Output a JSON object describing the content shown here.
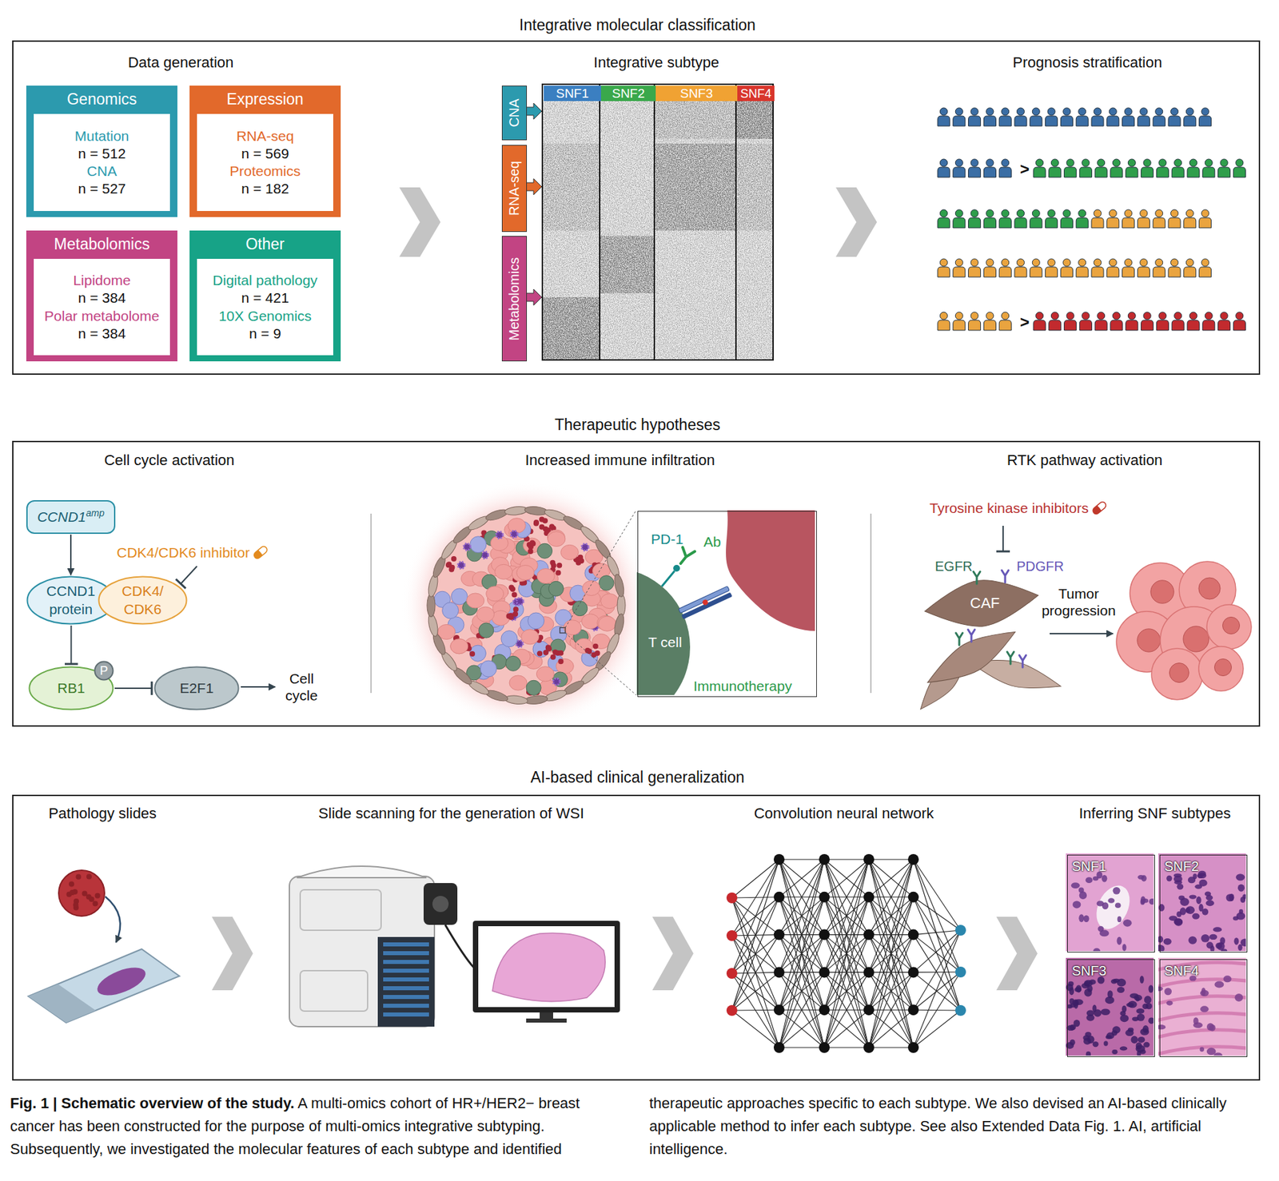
{
  "diagram": {
    "caption": "Fig. 1 | Schematic overview of the study. A multi-omics cohort of HR+/HER2− breast cancer has been constructed for the purpose of multi-omics integrative subtyping. Subsequently, we investigated the molecular features of each subtype and identified therapeutic approaches specific to each subtype. We also devised an AI-based clinically applicable method to infer each subtype. See also Extended Data Fig. 1. AI, artificial intelligence.",
    "nodes": [
      {
        "text": [
          "Integrative molecular classification"
        ]
      },
      {
        "text": [
          "Genomics"
        ],
        "in": 0
      },
      {
        "text": [
          "Mutation",
          "n = 512",
          "CNA",
          "n = 527"
        ],
        "in": 1
      },
      {
        "text": [
          "Expression"
        ],
        "in": 0
      },
      {
        "text": [
          "RNA-seq",
          "n = 569",
          "Proteomics",
          "n = 182"
        ],
        "in": 3
      },
      {
        "text": [
          "Metabolomics"
        ],
        "in": 0
      },
      {
        "text": [
          "Lipidome",
          "n = 384",
          "Polar metabolome",
          "n = 384"
        ],
        "in": 5
      },
      {
        "text": [
          "Other"
        ],
        "in": 0
      },
      {
        "text": [
          "Digital pathology",
          "n = 421",
          "10X Genomics",
          "n = 9"
        ],
        "in": 7
      },
      {
        "text": [
          "SNF1"
        ],
        "in": 0
      },
      {
        "text": [
          "SNF2"
        ],
        "in": 0
      },
      {
        "text": [
          "SNF3"
        ],
        "in": 0
      },
      {
        "text": [
          "SNF4"
        ],
        "in": 0
      },
      {
        "text": [
          "CNA"
        ],
        "in": 0
      },
      {
        "text": [
          "RNA-seq"
        ],
        "in": 0
      },
      {
        "text": [
          "Metabolomics"
        ],
        "in": 0
      },
      {
        "text": [
          "Therapeutic hypotheses"
        ]
      },
      {
        "text": [
          "CCND1",
          "amp"
        ],
        "in": 16
      },
      {
        "text": [
          "CCND1 protein"
        ],
        "in": 16
      },
      {
        "text": [
          "CDK4/ CDK6"
        ],
        "in": 16
      },
      {
        "text": [
          "RB1"
        ],
        "in": 16
      },
      {
        "text": [
          "P"
        ],
        "in": 16
      },
      {
        "text": [
          "E2F1"
        ],
        "in": 16
      },
      {
        "text": [
          "PD-1",
          "Ab",
          "T cell",
          "Immunotherapy"
        ],
        "in": 16
      },
      {
        "text": [
          "AI-based clinical generalization"
        ]
      },
      {
        "text": [
          "SNF1"
        ],
        "in": 24
      },
      {
        "text": [
          "SNF2"
        ],
        "in": 24
      },
      {
        "text": [
          "SNF3"
        ],
        "in": 24
      },
      {
        "text": [
          "SNF4"
        ],
        "in": 24
      }
    ],
    "edges": [
      {
        "from": 17,
        "to": 18,
        "arrow": "to"
      },
      {
        "from": 18,
        "to": 20,
        "arrow": "to"
      },
      {
        "from": 20,
        "to": 22,
        "arrow": "to"
      }
    ],
    "labels": [
      "Data generation",
      "Integrative subtype",
      "Prognosis stratification",
      ">",
      ">",
      "Cell cycle activation",
      "CDK4/CDK6 inhibitor",
      "Cell cycle",
      "Increased immune infiltration",
      "RTK pathway activation",
      "Tyrosine kinase inhibitors",
      "EGFR",
      "PDGFR",
      "CAF",
      "Tumor progression",
      "Pathology slides",
      "Slide scanning for the generation of WSI",
      "Convolution neural network",
      "Inferring SNF subtypes"
    ]
  }
}
